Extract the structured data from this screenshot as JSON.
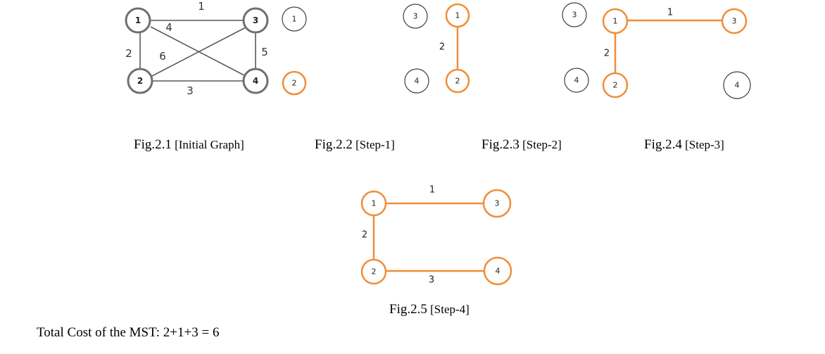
{
  "colors": {
    "highlight": "#ef8e3a",
    "edge": "#5a5a5a",
    "node_outline": "#3f3f3f"
  },
  "figures": [
    {
      "id": "fig-2-1",
      "caption_num": "Fig.2.1",
      "caption_text": "[Initial Graph]",
      "nodes": [
        "1",
        "2",
        "3",
        "4",
        "1",
        "2"
      ],
      "edges": [
        {
          "from": "1",
          "to": "3",
          "weight": "1"
        },
        {
          "from": "1",
          "to": "2",
          "weight": "2"
        },
        {
          "from": "1",
          "to": "4",
          "weight": "4"
        },
        {
          "from": "2",
          "to": "3",
          "weight": "6"
        },
        {
          "from": "3",
          "to": "4",
          "weight": "5"
        },
        {
          "from": "2",
          "to": "4",
          "weight": "3"
        }
      ]
    },
    {
      "id": "fig-2-2",
      "caption_num": "Fig.2.2",
      "caption_text": "[Step-1]",
      "nodes": [
        "3",
        "1",
        "4",
        "2"
      ],
      "edges": [
        {
          "from": "1",
          "to": "2",
          "weight": "2"
        }
      ]
    },
    {
      "id": "fig-2-3",
      "caption_num": "Fig.2.3",
      "caption_text": "[Step-2]",
      "nodes": [
        "3",
        "1",
        "3",
        "4",
        "2",
        "4"
      ],
      "edges": [
        {
          "from": "1",
          "to": "3",
          "weight": "1"
        },
        {
          "from": "1",
          "to": "2",
          "weight": "2"
        }
      ]
    },
    {
      "id": "fig-2-4",
      "caption_num": "Fig.2.4",
      "caption_text": "[Step-3]"
    },
    {
      "id": "fig-2-5",
      "caption_num": "Fig.2.5",
      "caption_text": "[Step-4]",
      "nodes": [
        "1",
        "3",
        "2",
        "4"
      ],
      "edges": [
        {
          "from": "1",
          "to": "3",
          "weight": "1"
        },
        {
          "from": "1",
          "to": "2",
          "weight": "2"
        },
        {
          "from": "2",
          "to": "4",
          "weight": "3"
        }
      ]
    }
  ],
  "total_cost": "Total Cost of the MST: 2+1+3 = 6"
}
